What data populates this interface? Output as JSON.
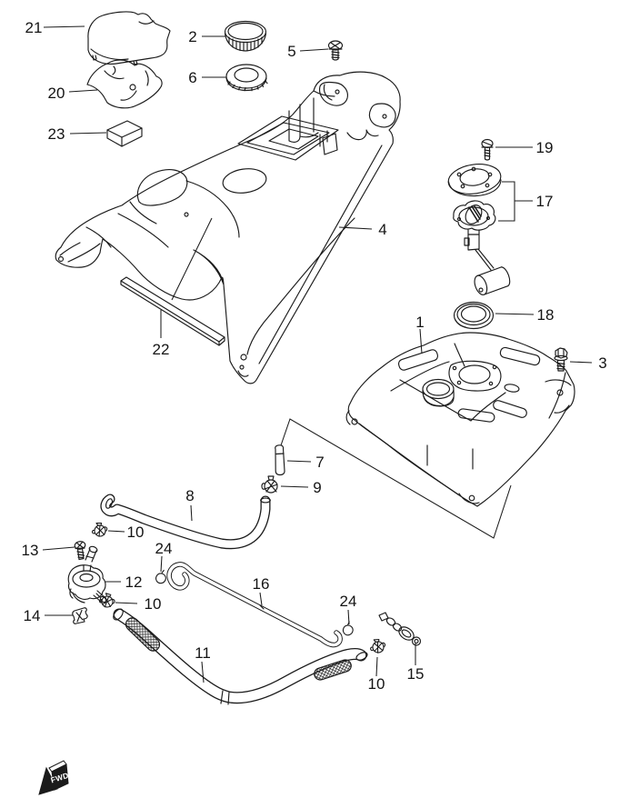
{
  "diagram": {
    "kind": "exploded-parts-diagram",
    "background": "#ffffff",
    "line_color": "#1b1b1b",
    "text_color": "#141414"
  },
  "callouts": {
    "p1": "1",
    "p2": "2",
    "p3": "3",
    "p4": "4",
    "p5": "5",
    "p6": "6",
    "p7": "7",
    "p8": "8",
    "p9": "9",
    "p10": "10",
    "p11": "11",
    "p12": "12",
    "p13": "13",
    "p14": "14",
    "p15": "15",
    "p16": "16",
    "p17": "17",
    "p18": "18",
    "p19": "19",
    "p20": "20",
    "p21": "21",
    "p22": "22",
    "p23": "23",
    "p24": "24"
  },
  "fwd_marker": {
    "text": "FWD"
  }
}
